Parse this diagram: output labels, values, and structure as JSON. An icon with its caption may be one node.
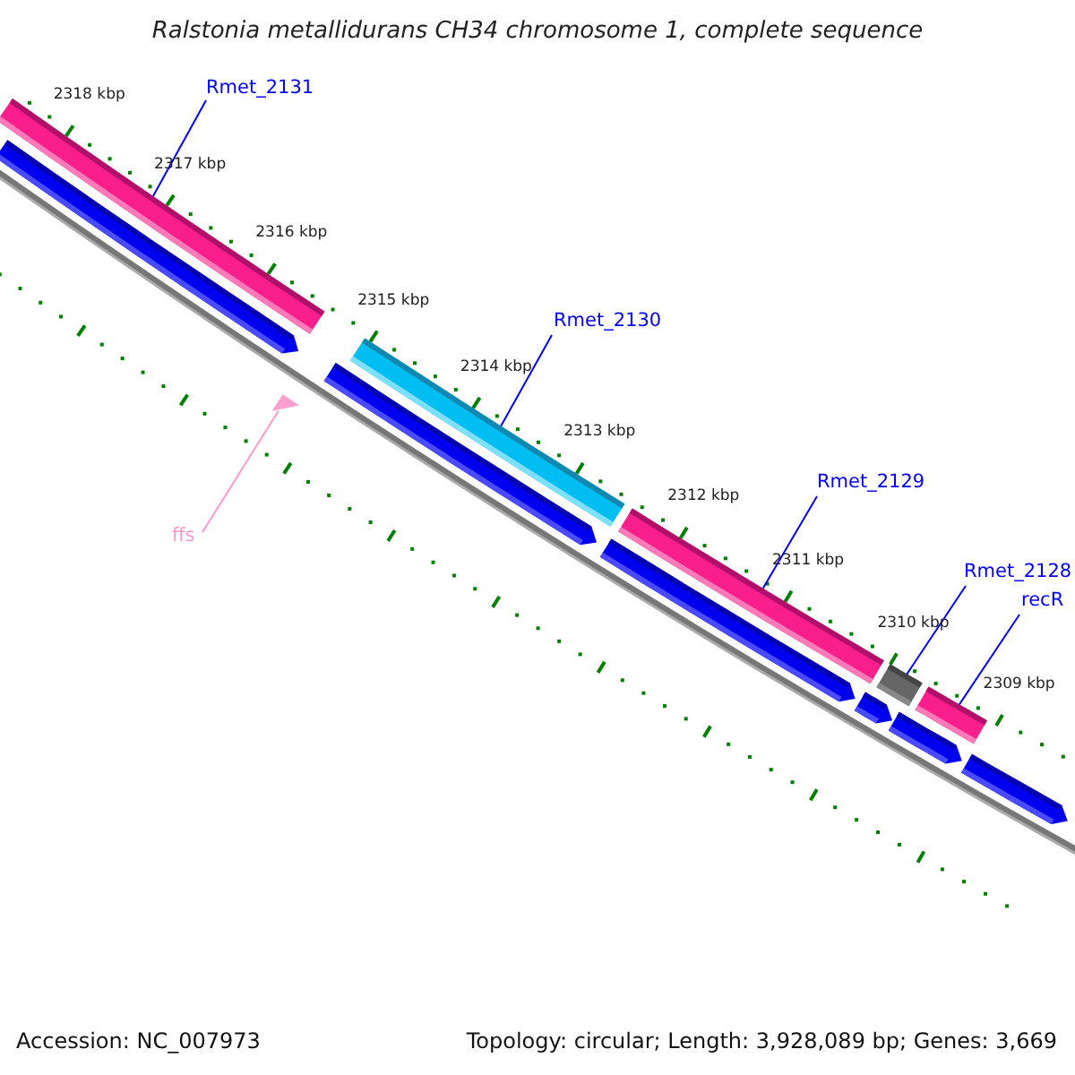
{
  "diagram": {
    "title": "Ralstonia metallidurans CH34 chromosome 1, complete sequence",
    "nodes": [
      {
        "text": [
          "Rmet_2131"
        ]
      },
      {
        "text": [],
        "shape": "bar"
      },
      {
        "text": [],
        "shape": "bar"
      },
      {
        "text": [
          "Rmet_2130"
        ]
      },
      {
        "text": [],
        "shape": "bar"
      },
      {
        "text": [],
        "shape": "bar"
      },
      {
        "text": [],
        "shape": "triangle"
      },
      {
        "text": [
          "ffs"
        ]
      },
      {
        "text": [
          "Rmet_2129"
        ]
      },
      {
        "text": [],
        "shape": "bar"
      },
      {
        "text": [],
        "shape": "bar"
      },
      {
        "text": [
          "Rmet_2128"
        ]
      },
      {
        "text": [],
        "shape": "bar"
      },
      {
        "text": [],
        "shape": "bar"
      },
      {
        "text": [
          "recR"
        ]
      },
      {
        "text": [],
        "shape": "bar"
      },
      {
        "text": [],
        "shape": "bar"
      },
      {
        "text": [],
        "shape": "bar"
      }
    ],
    "edges": [
      {
        "from": 0,
        "to": 1,
        "arrow": "none"
      },
      {
        "from": 3,
        "to": 4,
        "arrow": "none"
      },
      {
        "from": 7,
        "to": 6,
        "arrow": "none",
        "color": "#ff99cc"
      },
      {
        "from": 8,
        "to": 9,
        "arrow": "none"
      },
      {
        "from": 11,
        "to": 12,
        "arrow": "none"
      },
      {
        "from": 14,
        "to": 15,
        "arrow": "none"
      }
    ],
    "labels": [
      "2318 kbp",
      "2317 kbp",
      "2316 kbp",
      "2315 kbp",
      "2314 kbp",
      "2313 kbp",
      "2312 kbp",
      "2311 kbp",
      "2310 kbp",
      "2309 kbp",
      "Accession: NC_007973",
      "Topology: circular; Length: 3,928,089 bp; Genes: 3,669"
    ]
  }
}
